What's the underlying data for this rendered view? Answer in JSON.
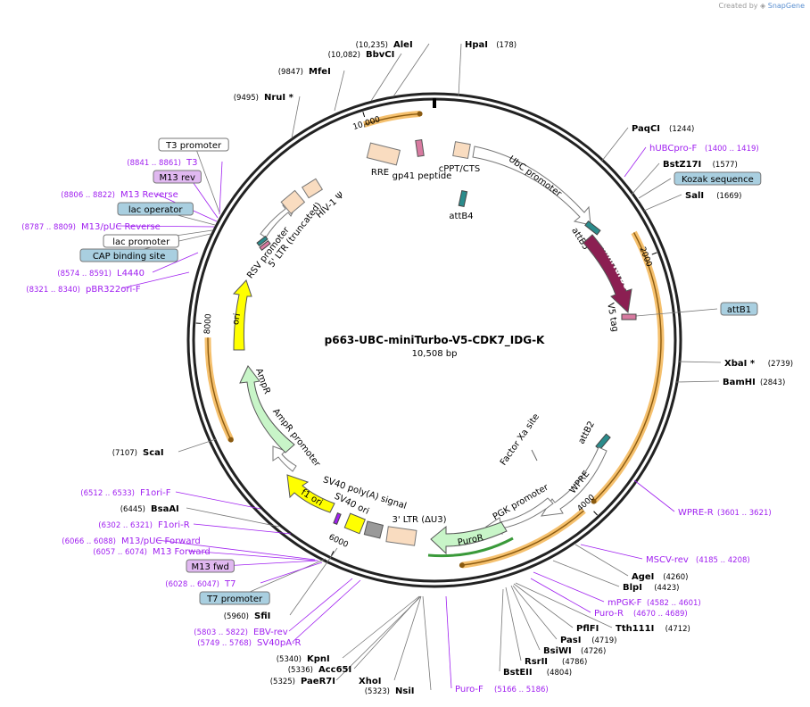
{
  "app": {
    "created_by": "Created by",
    "brand": "SnapGene"
  },
  "plasmid": {
    "name": "p663-UBC-miniTurbo-V5-CDK7_IDG-K",
    "length_label": "10,508 bp",
    "length": 10508
  },
  "colors": {
    "enzyme": "#000000",
    "primer": "#a020f0",
    "feature_outline": "#555555"
  },
  "ticks": [
    {
      "label": "10,000",
      "pos": 10000
    },
    {
      "label": "2000",
      "pos": 2000
    },
    {
      "label": "4000",
      "pos": 4000
    },
    {
      "label": "6000",
      "pos": 6000
    },
    {
      "label": "8000",
      "pos": 8000
    }
  ],
  "sites": [
    {
      "name": "AleI",
      "coord": "(10,235)",
      "pos": 10235,
      "type": "enzyme"
    },
    {
      "name": "BbvCI",
      "coord": "(10,082)",
      "pos": 10082,
      "type": "enzyme"
    },
    {
      "name": "MfeI",
      "coord": "(9847)",
      "pos": 9847,
      "type": "enzyme"
    },
    {
      "name": "NruI *",
      "coord": "(9495)",
      "pos": 9495,
      "type": "enzyme"
    },
    {
      "name": "HpaI",
      "coord": "(178)",
      "pos": 178,
      "type": "enzyme"
    },
    {
      "name": "PaqCI",
      "coord": "(1244)",
      "pos": 1244,
      "type": "enzyme"
    },
    {
      "name": "hUBCpro-F",
      "coord": "(1400 .. 1419)",
      "pos": 1410,
      "type": "primer"
    },
    {
      "name": "BstZ17I",
      "coord": "(1577)",
      "pos": 1577,
      "type": "enzyme"
    },
    {
      "name": "Kozak sequence",
      "coord": "",
      "pos": 1690,
      "type": "feature-box"
    },
    {
      "name": "SalI",
      "coord": "(1669)",
      "pos": 1669,
      "type": "enzyme"
    },
    {
      "name": "attB1",
      "coord": "",
      "pos": 2340,
      "type": "feature-box"
    },
    {
      "name": "XbaI *",
      "coord": "(2739)",
      "pos": 2739,
      "type": "enzyme"
    },
    {
      "name": "BamHI",
      "coord": "(2843)",
      "pos": 2843,
      "type": "enzyme"
    },
    {
      "name": "WPRE-R",
      "coord": "(3601 .. 3621)",
      "pos": 3611,
      "type": "primer"
    },
    {
      "name": "MSCV-rev",
      "coord": "(4185 .. 4208)",
      "pos": 4196,
      "type": "primer"
    },
    {
      "name": "AgeI",
      "coord": "(4260)",
      "pos": 4260,
      "type": "enzyme"
    },
    {
      "name": "BlpI",
      "coord": "(4423)",
      "pos": 4423,
      "type": "enzyme"
    },
    {
      "name": "mPGK-F",
      "coord": "(4582 .. 4601)",
      "pos": 4591,
      "type": "primer"
    },
    {
      "name": "Puro-R",
      "coord": "(4670 .. 4689)",
      "pos": 4680,
      "type": "primer"
    },
    {
      "name": "Tth111I",
      "coord": "(4712)",
      "pos": 4712,
      "type": "enzyme"
    },
    {
      "name": "PflFI",
      "coord": "",
      "pos": 4712,
      "type": "enzyme"
    },
    {
      "name": "PasI",
      "coord": "(4719)",
      "pos": 4719,
      "type": "enzyme"
    },
    {
      "name": "BsiWI",
      "coord": "(4726)",
      "pos": 4726,
      "type": "enzyme"
    },
    {
      "name": "RsrII",
      "coord": "(4786)",
      "pos": 4786,
      "type": "enzyme"
    },
    {
      "name": "BstEII",
      "coord": "(4804)",
      "pos": 4804,
      "type": "enzyme"
    },
    {
      "name": "Puro-F",
      "coord": "(5166 .. 5186)",
      "pos": 5176,
      "type": "primer"
    },
    {
      "name": "NsiI",
      "coord": "(5323)",
      "pos": 5323,
      "type": "enzyme"
    },
    {
      "name": "XhoI",
      "coord": "",
      "pos": 5325,
      "type": "enzyme"
    },
    {
      "name": "PaeR7I",
      "coord": "(5325)",
      "pos": 5325,
      "type": "enzyme"
    },
    {
      "name": "Acc65I",
      "coord": "(5336)",
      "pos": 5336,
      "type": "enzyme"
    },
    {
      "name": "KpnI",
      "coord": "(5340)",
      "pos": 5340,
      "type": "enzyme"
    },
    {
      "name": "SV40pA-R",
      "coord": "(5749 .. 5768)",
      "pos": 5758,
      "type": "primer"
    },
    {
      "name": "EBV-rev",
      "coord": "(5803 .. 5822)",
      "pos": 5812,
      "type": "primer"
    },
    {
      "name": "SfiI",
      "coord": "(5960)",
      "pos": 5960,
      "type": "enzyme"
    },
    {
      "name": "T7 promoter",
      "coord": "",
      "pos": 6010,
      "type": "feature-box"
    },
    {
      "name": "T7",
      "coord": "(6028 .. 6047)",
      "pos": 6037,
      "type": "primer"
    },
    {
      "name": "M13 fwd",
      "coord": "",
      "pos": 6060,
      "type": "feature-box-primer"
    },
    {
      "name": "M13 Forward",
      "coord": "(6057 .. 6074)",
      "pos": 6065,
      "type": "primer"
    },
    {
      "name": "M13/pUC Forward",
      "coord": "(6066 .. 6088)",
      "pos": 6077,
      "type": "primer"
    },
    {
      "name": "F1ori-R",
      "coord": "(6302 .. 6321)",
      "pos": 6311,
      "type": "primer"
    },
    {
      "name": "BsaAI",
      "coord": "(6445)",
      "pos": 6445,
      "type": "enzyme"
    },
    {
      "name": "F1ori-F",
      "coord": "(6512 .. 6533)",
      "pos": 6522,
      "type": "primer"
    },
    {
      "name": "ScaI",
      "coord": "(7107)",
      "pos": 7107,
      "type": "enzyme"
    },
    {
      "name": "pBR322ori-F",
      "coord": "(8321 .. 8340)",
      "pos": 8330,
      "type": "primer"
    },
    {
      "name": "L4440",
      "coord": "(8574 .. 8591)",
      "pos": 8582,
      "type": "primer"
    },
    {
      "name": "CAP binding site",
      "coord": "",
      "pos": 8760,
      "type": "feature-box"
    },
    {
      "name": "lac promoter",
      "coord": "",
      "pos": 8770,
      "type": "feature-box-white"
    },
    {
      "name": "M13/pUC Reverse",
      "coord": "(8787 .. 8809)",
      "pos": 8798,
      "type": "primer"
    },
    {
      "name": "lac operator",
      "coord": "",
      "pos": 8805,
      "type": "feature-box"
    },
    {
      "name": "M13 Reverse",
      "coord": "(8806 .. 8822)",
      "pos": 8814,
      "type": "primer"
    },
    {
      "name": "M13 rev",
      "coord": "",
      "pos": 8815,
      "type": "feature-box-primer"
    },
    {
      "name": "T3",
      "coord": "(8841 .. 8861)",
      "pos": 8851,
      "type": "primer"
    },
    {
      "name": "T3 promoter",
      "coord": "",
      "pos": 8865,
      "type": "feature-box-white"
    }
  ],
  "features": [
    {
      "name": "RRE",
      "kind": "box"
    },
    {
      "name": "gp41 peptide",
      "kind": "box"
    },
    {
      "name": "cPPT/CTS",
      "kind": "box"
    },
    {
      "name": "UbC promoter",
      "kind": "arrow"
    },
    {
      "name": "attB4",
      "kind": "small"
    },
    {
      "name": "attB5",
      "kind": "small"
    },
    {
      "name": "miniTurbo",
      "kind": "arrow"
    },
    {
      "name": "V5 tag",
      "kind": "small"
    },
    {
      "name": "attB2",
      "kind": "small"
    },
    {
      "name": "Factor Xa site",
      "kind": "small"
    },
    {
      "name": "WPRE",
      "kind": "arrow"
    },
    {
      "name": "PGK promoter",
      "kind": "arrow"
    },
    {
      "name": "PuroR",
      "kind": "arrow"
    },
    {
      "name": "3' LTR (ΔU3)",
      "kind": "box"
    },
    {
      "name": "SV40 poly(A) signal",
      "kind": "box"
    },
    {
      "name": "SV40 ori",
      "kind": "box"
    },
    {
      "name": "f1 ori",
      "kind": "arrow"
    },
    {
      "name": "AmpR promoter",
      "kind": "arrow"
    },
    {
      "name": "AmpR",
      "kind": "arrow"
    },
    {
      "name": "ori",
      "kind": "arrow"
    },
    {
      "name": "RSV promoter",
      "kind": "arrow"
    },
    {
      "name": "5' LTR (truncated)",
      "kind": "box"
    },
    {
      "name": "HIV-1 Ψ",
      "kind": "box"
    }
  ]
}
